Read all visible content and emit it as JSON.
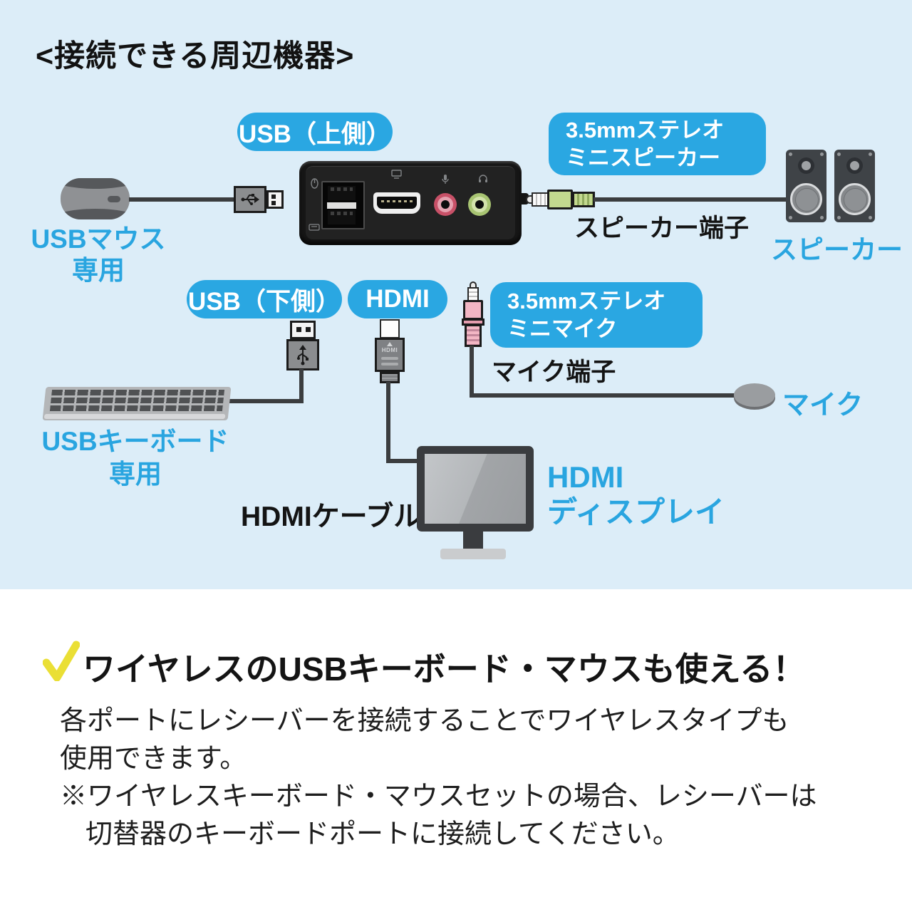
{
  "colors": {
    "background_blue": "#dcedf8",
    "badge_blue": "#2aa7e2",
    "label_blue": "#29a5e0",
    "text_black": "#141414",
    "check_yellow": "#eadf35",
    "mic_jack_red": "#c85168",
    "headphone_jack_green": "#a8c472",
    "plug_green": "#c3d98f",
    "plug_pink": "#f2b6c4",
    "cable_gray": "#3b3d3f"
  },
  "diagram": {
    "title": "<接続できる周辺機器>",
    "badges": {
      "usb_top": "USB（上側）",
      "usb_bottom": "USB（下側）",
      "hdmi": "HDMI",
      "speaker": [
        "3.5mmステレオ",
        "ミニスピーカー"
      ],
      "mic": [
        "3.5mmステレオ",
        "ミニマイク"
      ]
    },
    "labels": {
      "mouse": [
        "USBマウス",
        "専用"
      ],
      "keyboard": [
        "USBキーボード",
        "専用"
      ],
      "speaker_jack": "スピーカー端子",
      "speakers": "スピーカー",
      "mic_jack": "マイク端子",
      "mic": "マイク",
      "hdmi_cable": "HDMIケーブル",
      "display": [
        "HDMI",
        "ディスプレイ"
      ]
    },
    "hdmi_plug_text": "HDMI"
  },
  "note": {
    "heading": "ワイヤレスのUSBキーボード・マウスも使える！",
    "lines": [
      "各ポートにレシーバーを接続することでワイヤレスタイプも",
      "使用できます。",
      "※ワイヤレスキーボード・マウスセットの場合、レシーバーは",
      "切替器のキーボードポートに接続してください。"
    ]
  },
  "icons": {
    "check": "check-icon",
    "usb_trident": "usb-trident-icon",
    "port_mouse": "mouse-icon",
    "port_keyboard": "keyboard-icon",
    "port_monitor": "monitor-icon",
    "port_mic": "mic-icon",
    "port_headphone": "headphone-icon"
  }
}
